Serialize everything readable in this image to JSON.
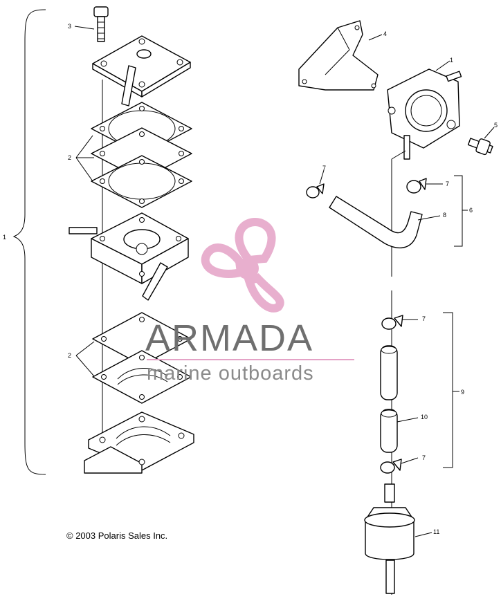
{
  "callouts": {
    "c1_left": "1",
    "c1_right": "1",
    "c2_top": "2",
    "c2_bottom": "2",
    "c3": "3",
    "c4": "4",
    "c5": "5",
    "c6": "6",
    "c7_a": "7",
    "c7_b": "7",
    "c7_c": "7",
    "c7_d": "7",
    "c8": "8",
    "c9": "9",
    "c10": "10",
    "c11": "11"
  },
  "copyright": "© 2003 Polaris Sales Inc.",
  "watermark": {
    "brand": "ARMADA",
    "tagline": "marine outboards"
  },
  "colors": {
    "line": "#000000",
    "background": "#ffffff",
    "watermark_pink": "#e4a2c6",
    "watermark_gray": "#6f6f6f"
  }
}
